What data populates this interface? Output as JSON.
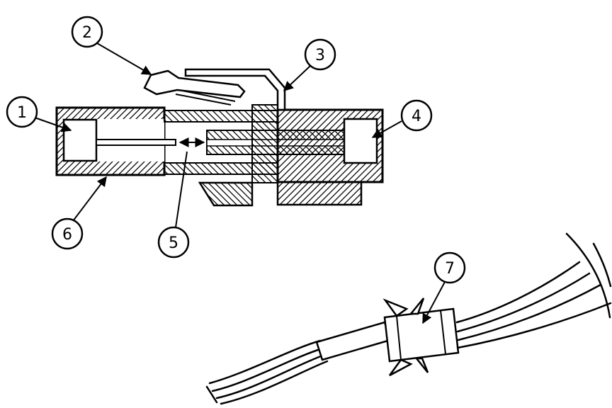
{
  "diagram": {
    "kind": "connector-cross-section-and-cable-assembly"
  },
  "colors": {
    "line": "#000000",
    "background": "#ffffff"
  },
  "callouts": [
    {
      "label": "1"
    },
    {
      "label": "2"
    },
    {
      "label": "3"
    },
    {
      "label": "4"
    },
    {
      "label": "5"
    },
    {
      "label": "6"
    },
    {
      "label": "7"
    }
  ]
}
